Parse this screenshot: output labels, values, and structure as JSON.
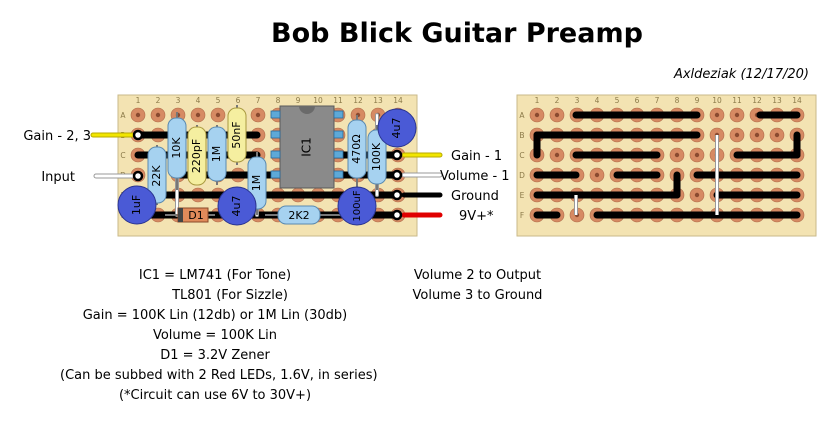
{
  "title": "Bob Blick Guitar Preamp",
  "author": "Axldeziak (12/17/20)",
  "board": {
    "columns": [
      "1",
      "2",
      "3",
      "4",
      "5",
      "6",
      "7",
      "8",
      "9",
      "10",
      "11",
      "12",
      "13",
      "14"
    ],
    "rows": [
      "A",
      "B",
      "C",
      "D",
      "E",
      "F"
    ]
  },
  "connections": {
    "gain23": "Gain - 2, 3",
    "input": "Input",
    "gain1": "Gain - 1",
    "volume1": "Volume - 1",
    "ground": "Ground",
    "power": "9V+*"
  },
  "components": {
    "r22k": "22K",
    "r10k": "10K",
    "c220p": "220pF",
    "r1m_a": "1M",
    "c50n": "50nF",
    "ic1": "IC1",
    "r1m_b": "1M",
    "r470": "470Ω",
    "r100k": "100K",
    "c4u7_a": "4u7",
    "c4u7_b": "4u7",
    "c1u": "1uF",
    "d1": "D1",
    "r2k2": "2K2",
    "c100u": "100uF"
  },
  "notes_left": [
    "IC1 = LM741 (For Tone)",
    "TL801 (For Sizzle)",
    "Gain = 100K Lin (12db) or 1M Lin (30db)",
    "Volume = 100K Lin",
    "D1 = 3.2V Zener",
    "(Can be subbed with 2 Red LEDs, 1.6V, in series)",
    "(*Circuit can use 6V to 30V+)"
  ],
  "notes_right": [
    "Volume 2 to Output",
    "Volume 3 to Ground"
  ],
  "colors": {
    "board": "#f3e3b2",
    "pad": "#d68a63",
    "strip_cut": "#a6dbea",
    "resistor": "#a6d2f0",
    "capacitor_film": "#f5efa0",
    "electrolytic": "#4a5ad6",
    "ic": "#8a8a8a",
    "wire_yellow": "#f2e600",
    "wire_red": "#e00000",
    "wire_white": "#ffffff"
  }
}
